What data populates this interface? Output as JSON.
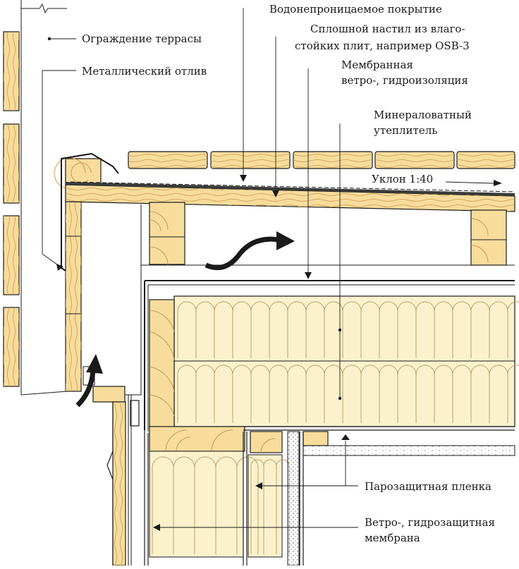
{
  "labels": {
    "waterproof_cover": "Водонепроницаемое покрытие",
    "terrace_fence": "Ограждение террасы",
    "solid_deck_1": "Сплошной настил из влаго-",
    "solid_deck_2": "стойких плит, например OSB-3",
    "metal_flashing": "Металлический отлив",
    "membrane_1": "Мембранная",
    "membrane_2": "ветро-, гидроизоляция",
    "mineral_wool_1": "Минераловатный",
    "mineral_wool_2": "утеплитель",
    "slope": "Уклон 1:40",
    "vapor_barrier": "Парозащитная пленка",
    "wind_membrane_1": "Ветро-, гидрозащитная",
    "wind_membrane_2": "мембрана"
  },
  "colors": {
    "wood": "#f7dc9c",
    "wood_grain": "#c89a4e",
    "insulation": "#fbf1cd",
    "outline": "#1a1a1a",
    "background": "#ffffff"
  },
  "icons": {
    "air_arrow": "curved-arrow",
    "slope_arrow": "right-arrow"
  }
}
